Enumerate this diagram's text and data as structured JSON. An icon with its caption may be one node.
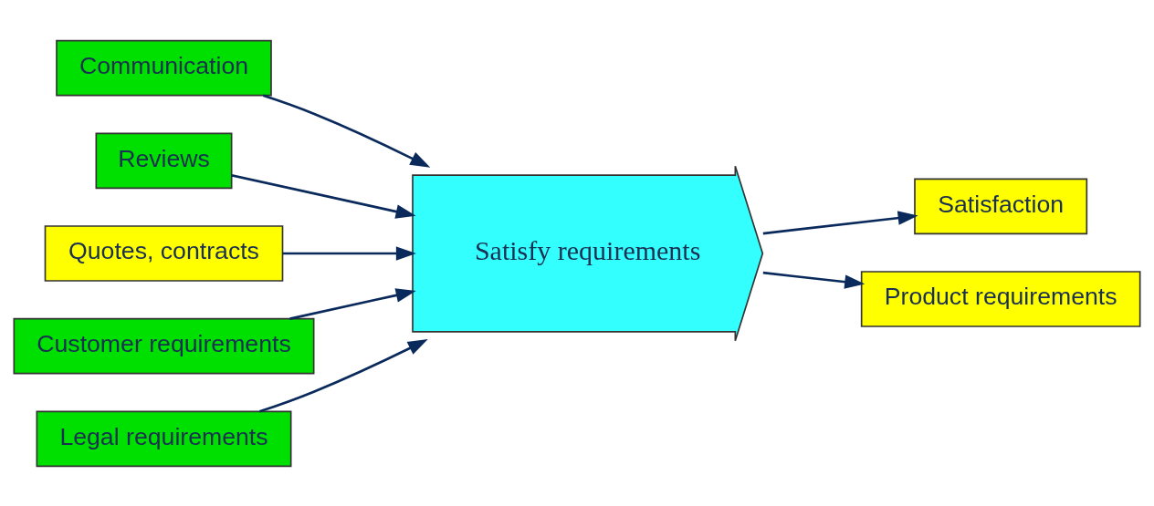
{
  "diagram": {
    "nodes": [
      {
        "text": [
          "Communication"
        ]
      },
      {
        "text": [
          "Reviews"
        ]
      },
      {
        "text": [
          "Quotes, contracts"
        ]
      },
      {
        "text": [
          "Satisfy requirements"
        ]
      },
      {
        "text": [
          "Satisfaction"
        ]
      },
      {
        "text": [
          "Product requirements"
        ]
      },
      {
        "text": [
          "Customer requirements"
        ]
      },
      {
        "text": [
          "Legal requirements"
        ]
      }
    ],
    "edges": [
      {
        "from": 0,
        "to": 3,
        "arrow": "to"
      },
      {
        "from": 1,
        "to": 3,
        "arrow": "to"
      },
      {
        "from": 2,
        "to": 3,
        "arrow": "to"
      },
      {
        "from": 6,
        "to": 3,
        "arrow": "to"
      },
      {
        "from": 7,
        "to": 3,
        "arrow": "to"
      },
      {
        "from": 3,
        "to": 4,
        "arrow": "to"
      },
      {
        "from": 3,
        "to": 5,
        "arrow": "to"
      }
    ]
  }
}
